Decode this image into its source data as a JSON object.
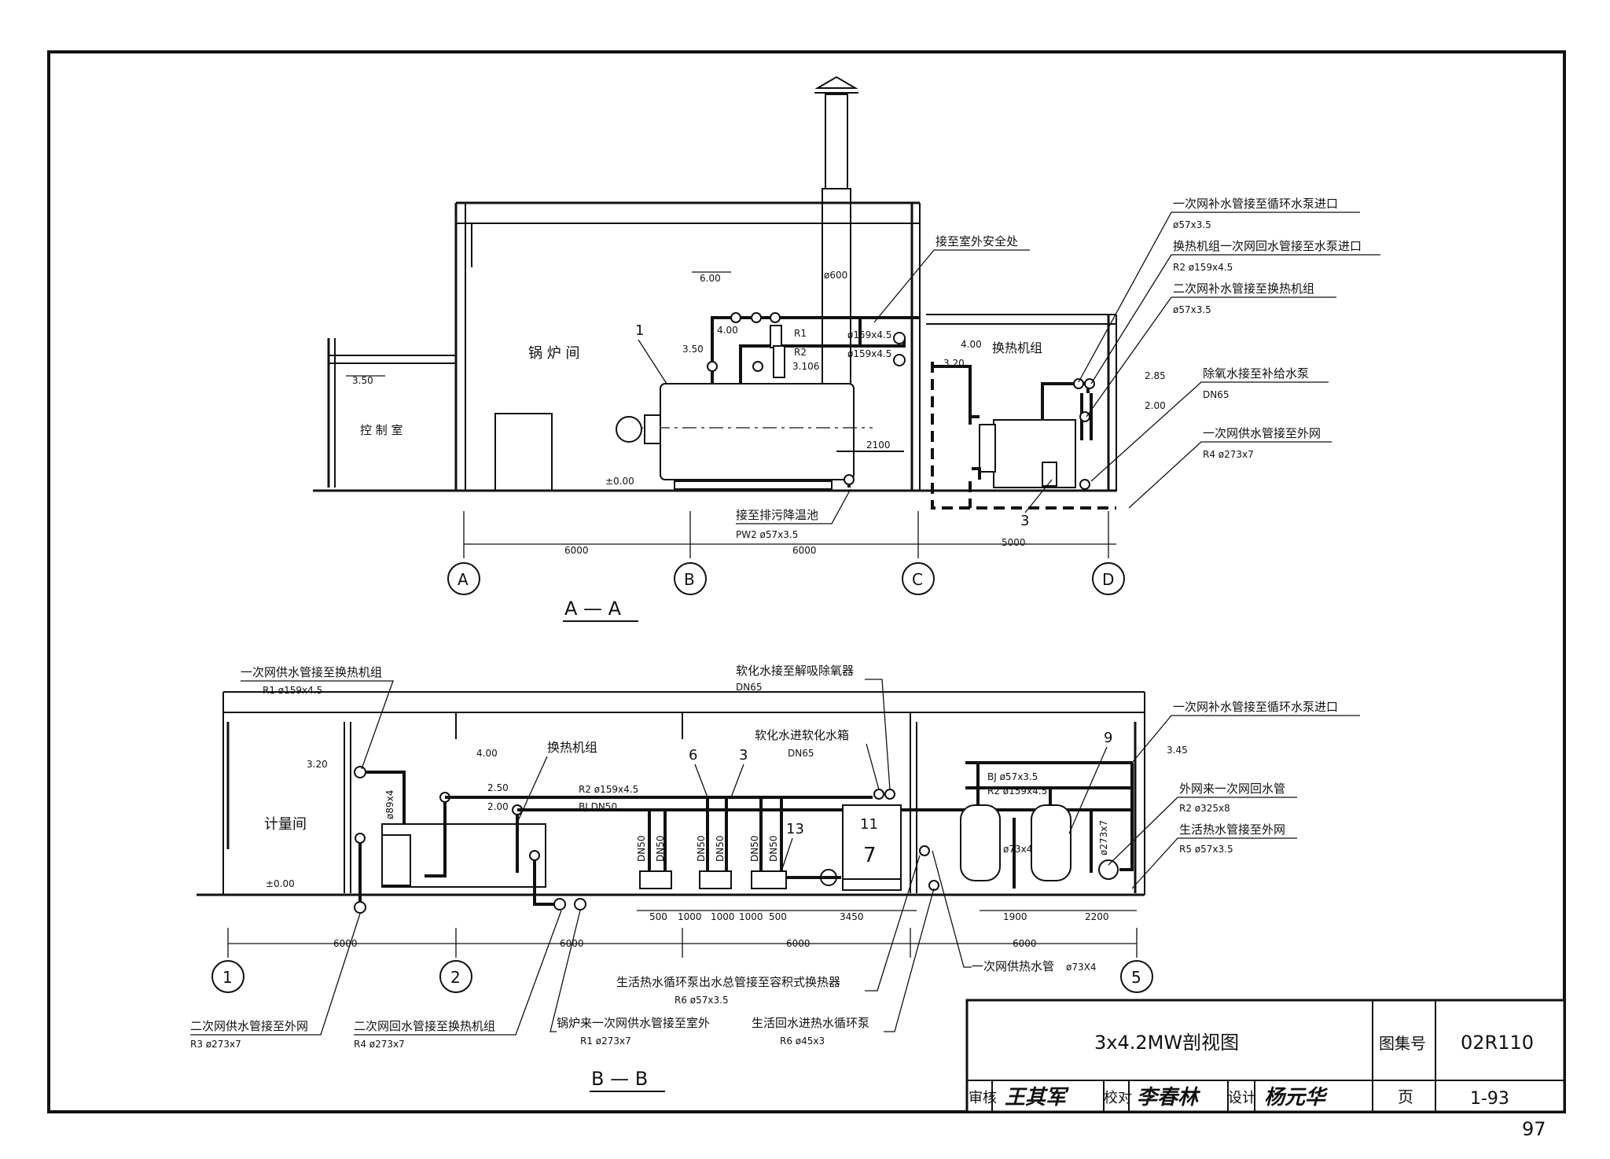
{
  "section_aa": {
    "title": "A — A",
    "room_boiler": "锅 炉 间",
    "room_control": "控 制 室",
    "room_hx": "换热机组",
    "levels": [
      "3.50",
      "6.00",
      "4.00",
      "3.50",
      "3.106",
      "4.00",
      "3.20",
      "2.85",
      "2.00",
      "±0.00"
    ],
    "dims": [
      "6000",
      "6000",
      "5000",
      "2100"
    ],
    "axes": [
      "A",
      "B",
      "C",
      "D"
    ],
    "chimney_dia": "ø600",
    "pipe_r1": "R1",
    "pipe_r1_size": "ø159x4.5",
    "pipe_r2": "R2",
    "pipe_r2_size": "ø159x4.5",
    "item_marks": [
      "1",
      "3"
    ],
    "callouts": [
      {
        "text": "接至室外安全处",
        "sub": ""
      },
      {
        "text": "一次网补水管接至循环水泵进口",
        "sub": "ø57x3.5"
      },
      {
        "text": "换热机组一次网回水管接至水泵进口",
        "sub": "R2 ø159x4.5"
      },
      {
        "text": "二次网补水管接至换热机组",
        "sub": "ø57x3.5"
      },
      {
        "text": "除氧水接至补给水泵",
        "sub": "DN65"
      },
      {
        "text": "一次网供水管接至外网",
        "sub": "R4  ø273x7"
      },
      {
        "text": "接至排污降温池",
        "sub": "PW2 ø57x3.5"
      }
    ]
  },
  "section_bb": {
    "title": "B — B",
    "room_meter": "计量间",
    "room_hx": "换热机组",
    "levels": [
      "3.20",
      "4.00",
      "2.50",
      "2.00",
      "3.45",
      "±0.00"
    ],
    "axes": [
      "1",
      "2",
      "5"
    ],
    "dims_main": [
      "6000",
      "6000",
      "6000",
      "6000"
    ],
    "dims_pumps": [
      "500",
      "1000",
      "1000",
      "1000",
      "500",
      "3450",
      "1900",
      "2200"
    ],
    "pipe_r2": "R2 ø159x4.5",
    "pipe_bj": "BJ DN50",
    "pipe_bj2": "BJ  ø57x3.5",
    "pipe_r2b": "R2 ø159x4.5",
    "riser_dn": [
      "DN50",
      "DN50",
      "DN50",
      "DN50",
      "DN50",
      "DN50"
    ],
    "riser_89": "ø89x4",
    "riser_73": "ø73x4",
    "riser_273": "ø273x7",
    "item_marks": [
      "6",
      "3",
      "13",
      "11",
      "7",
      "9"
    ],
    "callouts_top": [
      {
        "text": "一次网供水管接至换热机组",
        "sub": "R1 ø159x4.5"
      },
      {
        "text": "软化水接至解吸除氧器",
        "sub": "DN65"
      },
      {
        "text": "软化水进软化水箱",
        "sub": "DN65"
      },
      {
        "text": "一次网补水管接至循环水泵进口",
        "sub": ""
      },
      {
        "text": "外网来一次网回水管",
        "sub": "R2  ø325x8"
      },
      {
        "text": "生活热水管接至外网",
        "sub": "R5 ø57x3.5"
      }
    ],
    "callouts_bottom": [
      {
        "text": "二次网供水管接至外网",
        "sub": "R3 ø273x7"
      },
      {
        "text": "二次网回水管接至换热机组",
        "sub": "R4 ø273x7"
      },
      {
        "text": "锅炉来一次网供水管接至室外",
        "sub": "R1    ø273x7"
      },
      {
        "text": "生活热水循环泵出水总管接至容积式换热器",
        "sub": "R6    ø57x3.5"
      },
      {
        "text": "生活回水进热水循环泵",
        "sub": "R6 ø45x3"
      },
      {
        "text": "一次网供热水管",
        "sub": "ø73X4"
      }
    ]
  },
  "title_block": {
    "drawing_title": "3x4.2MW剖视图",
    "atlas_label": "图集号",
    "atlas_no": "02R110",
    "review_label": "审核",
    "check_label": "校对",
    "design_label": "设计",
    "page_label": "页",
    "page_no": "1-93",
    "sig_review": "王其军",
    "sig_check": "李春林",
    "sig_design": "杨元华"
  },
  "sheet_number": "97"
}
